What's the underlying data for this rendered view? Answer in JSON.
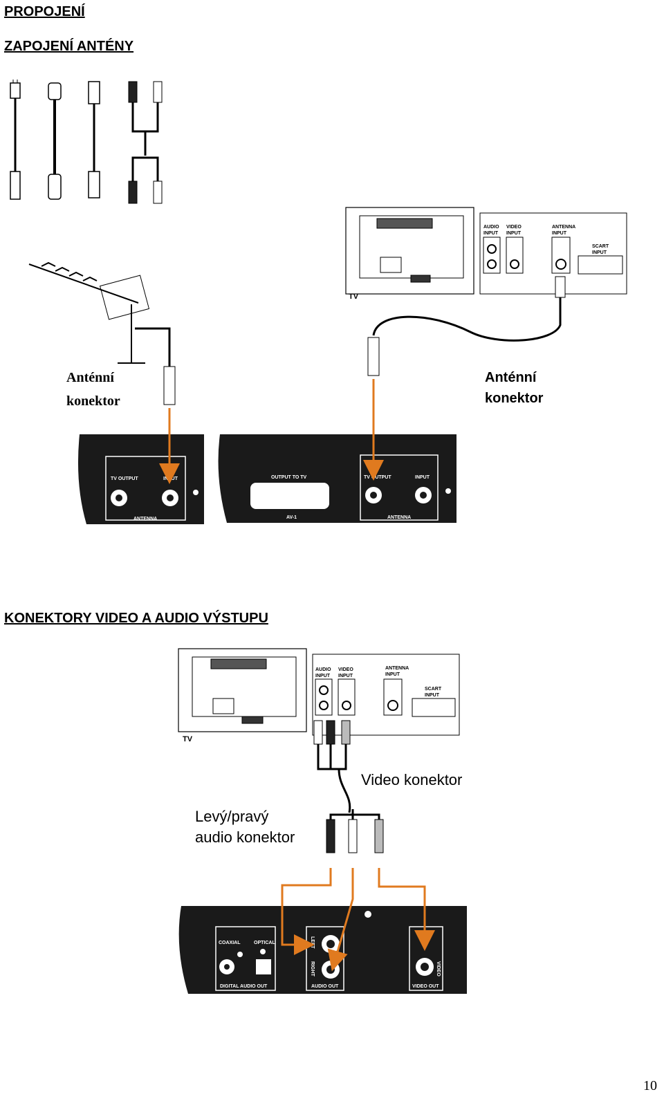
{
  "headings": {
    "title": "PROPOJENÍ",
    "antenna": "ZAPOJENÍ ANTÉNY",
    "av": "KONEKTORY VIDEO A AUDIO VÝSTUPU"
  },
  "tv_panel": {
    "tv_label": "TV",
    "audio_input": [
      "AUDIO",
      "INPUT"
    ],
    "video_input": [
      "VIDEO",
      "INPUT"
    ],
    "antenna_input": [
      "ANTENNA",
      "INPUT"
    ],
    "scart_input": [
      "SCART",
      "INPUT"
    ]
  },
  "callouts": {
    "antenna_left": [
      "Anténní",
      "konektor"
    ],
    "antenna_right": [
      "Anténní",
      "konektor"
    ],
    "video": "Video konektor",
    "audio": [
      "Levý/pravý",
      "audio konektor"
    ]
  },
  "device_panel1": {
    "tv_output": "TV OUTPUT",
    "input": "INPUT",
    "antenna": "ANTENNA"
  },
  "device_panel2": {
    "output_to_tv": "OUTPUT TO TV",
    "av": "AV-1",
    "tv_output": "TV OUTPUT",
    "input": "INPUT",
    "antenna": "ANTENNA"
  },
  "device_panel3": {
    "coaxial": "COAXIAL",
    "optical": "OPTICAL",
    "digital_audio_out": "DIGITAL AUDIO OUT",
    "left": "LEFT",
    "right": "RIGHT",
    "audio_out": "AUDIO OUT",
    "video": "VIDEO",
    "video_out": "VIDEO OUT"
  },
  "colors": {
    "arrow": "#e07a1f",
    "panel": "#1a1a1a"
  },
  "page_number": "10"
}
